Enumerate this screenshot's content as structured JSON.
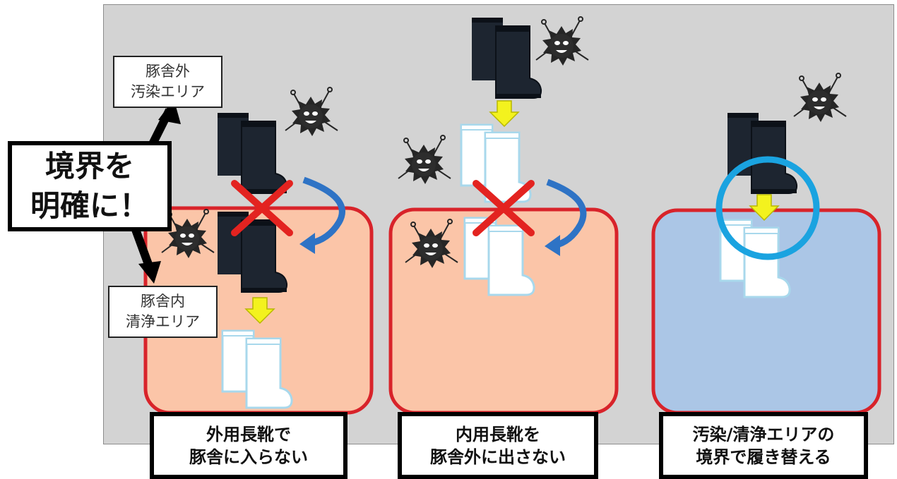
{
  "labels": {
    "outside_area": "豚舎外\n汚染エリア",
    "inside_area": "豚舎内\n清浄エリア",
    "callout": "境界を\n明確に！"
  },
  "captions": {
    "left": "外用長靴で\n豚舎に入らない",
    "middle": "内用長靴を\n豚舎外に出さない",
    "right": "汚染/清浄エリアの\n境界で履き替える"
  },
  "colors": {
    "background": "#d3d3d3",
    "zone_fill_clean": "#fbc5a8",
    "zone_fill_boundary": "#abc6e6",
    "zone_border": "#d8232a",
    "cross": "#e32320",
    "swap_arrow": "#f3f21e",
    "curved_arrow": "#2e73c5",
    "circle_ok": "#1aa3e0",
    "black_boot": "#1d2530",
    "white_boot": "#ffffff",
    "germ": "#262626"
  },
  "icons": [
    "black-boots-icon",
    "white-boots-icon",
    "germ-icon",
    "cross-mark-icon",
    "down-arrow-icon",
    "curved-arrow-icon",
    "ok-circle-icon"
  ]
}
